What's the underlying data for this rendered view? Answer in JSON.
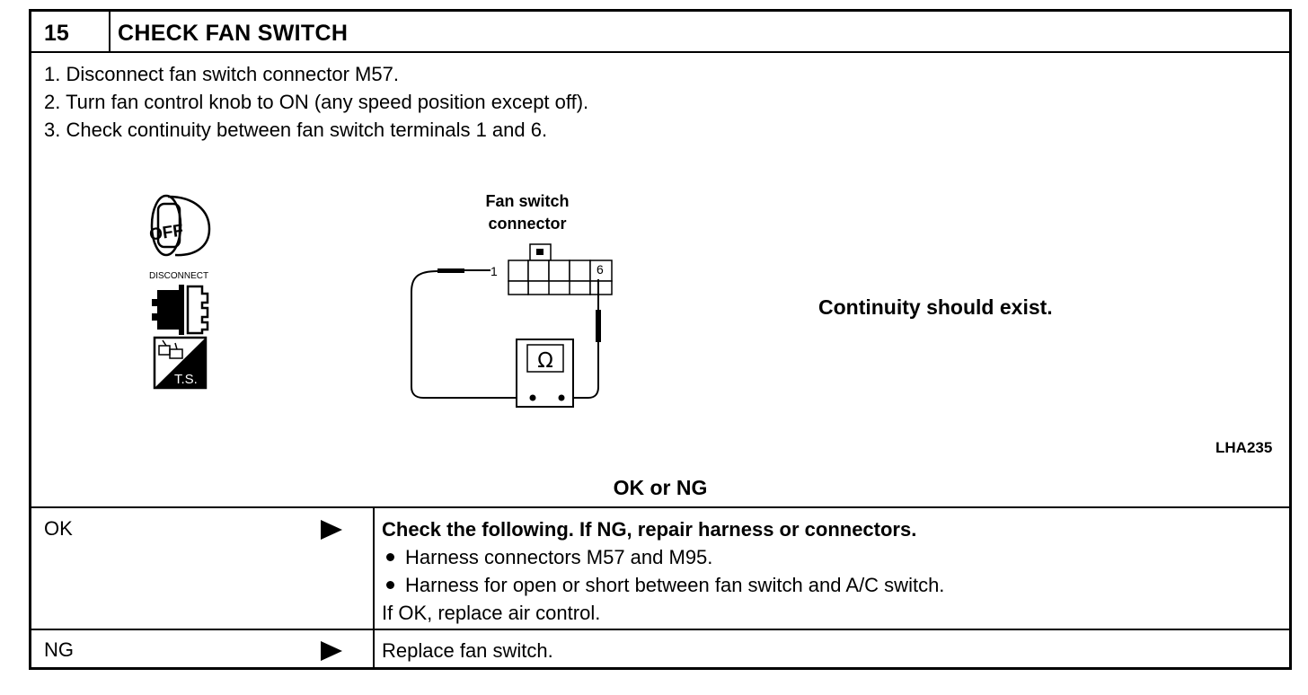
{
  "header": {
    "step_number": "15",
    "title": "CHECK FAN SWITCH"
  },
  "steps": [
    "1.  Disconnect fan switch connector M57.",
    "2.  Turn fan control knob to ON (any speed position except off).",
    "3.  Check continuity between fan switch terminals 1 and 6."
  ],
  "icons": {
    "ignition": "ignition-off-icon",
    "disconnect": "connector-disconnect-icon",
    "disconnect_label": "DISCONNECT",
    "ts": "ts-icon",
    "ts_label": "T.S.",
    "ohmmeter_symbol": "Ω"
  },
  "diagram": {
    "connector_label_line1": "Fan switch",
    "connector_label_line2": "connector",
    "terminal_left": "1",
    "terminal_right": "6"
  },
  "result_text": "Continuity should exist.",
  "figure_code": "LHA235",
  "ok_ng_label": "OK or NG",
  "results": [
    {
      "label": "OK",
      "action_title": "Check the following. If NG, repair harness or connectors.",
      "bullets": [
        "Harness connectors M57 and M95.",
        "Harness for open or short between fan switch and A/C switch."
      ],
      "footer": "If OK, replace air control."
    },
    {
      "label": "NG",
      "action_text": "Replace fan switch."
    }
  ]
}
